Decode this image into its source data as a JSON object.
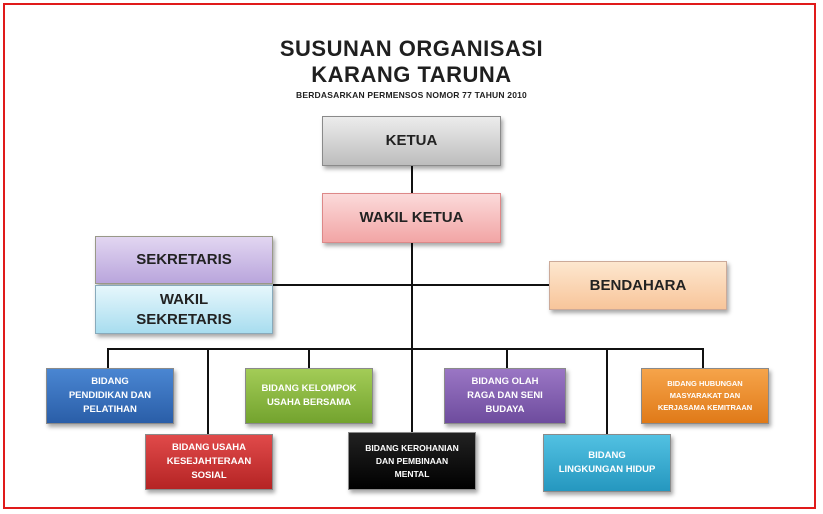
{
  "header": {
    "title_line1": "SUSUNAN ORGANISASI",
    "title_line2": "KARANG TARUNA",
    "subtitle": "BERDASARKAN PERMENSOS NOMOR 77 TAHUN 2010"
  },
  "positions": {
    "ketua": "KETUA",
    "wakil_ketua": "WAKIL KETUA",
    "sekretaris": "SEKRETARIS",
    "wakil_sekretaris_line1": "WAKIL",
    "wakil_sekretaris_line2": "SEKRETARIS",
    "bendahara": "BENDAHARA"
  },
  "bidang": [
    {
      "line1": "BIDANG",
      "line2": "PENDIDIKAN DAN",
      "line3": "PELATIHAN"
    },
    {
      "line1": "BIDANG USAHA",
      "line2": "KESEJAHTERAAN",
      "line3": "SOSIAL"
    },
    {
      "line1": "BIDANG KELOMPOK",
      "line2": "USAHA BERSAMA",
      "line3": ""
    },
    {
      "line1": "BIDANG KEROHANIAN",
      "line2": "DAN PEMBINAAN",
      "line3": "MENTAL"
    },
    {
      "line1": "BIDANG OLAH",
      "line2": "RAGA DAN SENI",
      "line3": "BUDAYA"
    },
    {
      "line1": "BIDANG",
      "line2": "LINGKUNGAN HIDUP",
      "line3": ""
    },
    {
      "line1": "BIDANG HUBUNGAN",
      "line2": "MASYARAKAT DAN",
      "line3": "KERJASAMA KEMITRAAN"
    }
  ],
  "colors": {
    "frame": "#e01a1a",
    "ketua": "#d4d4d4",
    "wakil_ketua": "#f6b9b9",
    "sekretaris": "#c9b8e4",
    "wakil_sekretaris": "#bfe6f4",
    "bendahara": "#fad3ae",
    "bidang_pendidikan": "#3a72bd",
    "bidang_usaha_kesejahteraan": "#c93434",
    "bidang_kelompok_usaha": "#8bb842",
    "bidang_kerohanian": "#111111",
    "bidang_olah_raga": "#8460b2",
    "bidang_lingkungan": "#37acd1",
    "bidang_hubungan": "#ec8f30"
  }
}
